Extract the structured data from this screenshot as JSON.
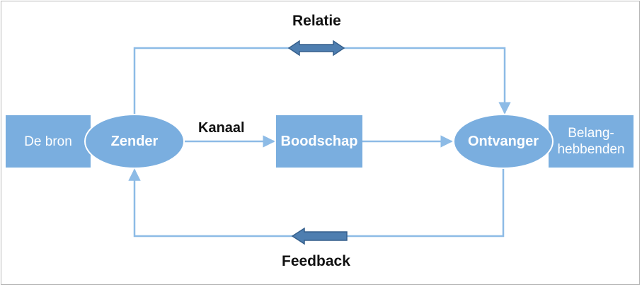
{
  "colors": {
    "box": "#7aaedf",
    "line": "#8dbbe6",
    "arrow_fill": "#4e7eb0",
    "arrow_edge": "#355f8c",
    "text_on_box": "#ffffff",
    "label": "#111111"
  },
  "nodes": {
    "bron": "De bron",
    "zender": "Zender",
    "boodschap": "Boodschap",
    "ontvanger": "Ontvanger",
    "belanghebbenden": "Belang-\nhebbenden"
  },
  "labels": {
    "relatie": "Relatie",
    "kanaal": "Kanaal",
    "feedback": "Feedback"
  },
  "icons": {
    "relatie_arrow": "double-arrow-icon",
    "feedback_arrow": "left-arrow-icon"
  }
}
